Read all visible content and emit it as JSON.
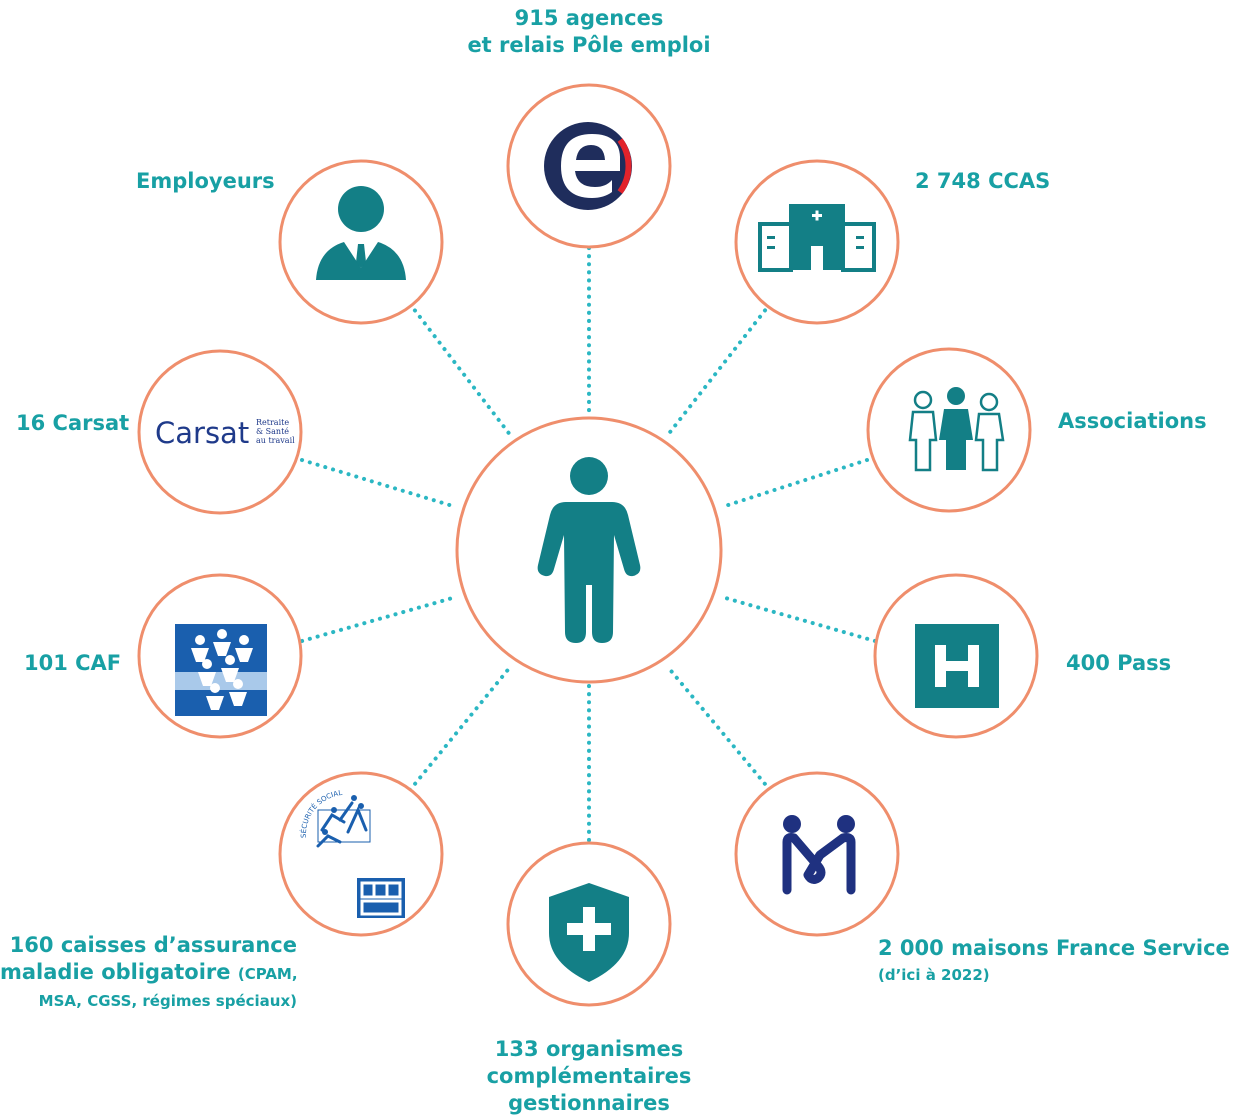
{
  "colors": {
    "teal": "#137f86",
    "label_teal": "#18a0a4",
    "ring": "#ef8e6c",
    "dots": "#2bb7c3",
    "navy": "#1f2d5c",
    "caf_blue": "#1a5fae",
    "pole_red": "#e2232b"
  },
  "center": {
    "icon": "person-icon"
  },
  "nodes": {
    "pole_emploi": {
      "line1": "915 agences",
      "line2": "et relais Pôle emploi",
      "icon": "pole-emploi-logo"
    },
    "ccas": {
      "label": "2 748 CCAS",
      "icon": "hospital-building-icon"
    },
    "associations": {
      "label": "Associations",
      "icon": "people-group-icon"
    },
    "pass": {
      "label": "400 Pass",
      "icon": "h-sign-icon"
    },
    "france_service": {
      "line1": "2 000 maisons France Service",
      "line2": "(d’ici à 2022)",
      "icon": "france-service-logo"
    },
    "complementaires": {
      "line1": "133 organismes",
      "line2": "complémentaires",
      "line3": "gestionnaires",
      "icon": "shield-plus-icon"
    },
    "assurance_maladie": {
      "line1": "160 caisses d’assurance",
      "line2a": "maladie obligatoire ",
      "line2b": "(CPAM,",
      "line3": "MSA, CGSS, régimes spéciaux)",
      "icon": "securite-sociale-msa-logos"
    },
    "caf": {
      "label": "101 CAF",
      "icon": "caf-logo"
    },
    "carsat": {
      "label": "16 Carsat",
      "icon": "carsat-logo",
      "logo_main": "Carsat",
      "logo_line1": "Retraite",
      "logo_line2": "& Santé",
      "logo_line3": "au travail"
    },
    "employeurs": {
      "label": "Employeurs",
      "icon": "businessman-icon"
    }
  }
}
